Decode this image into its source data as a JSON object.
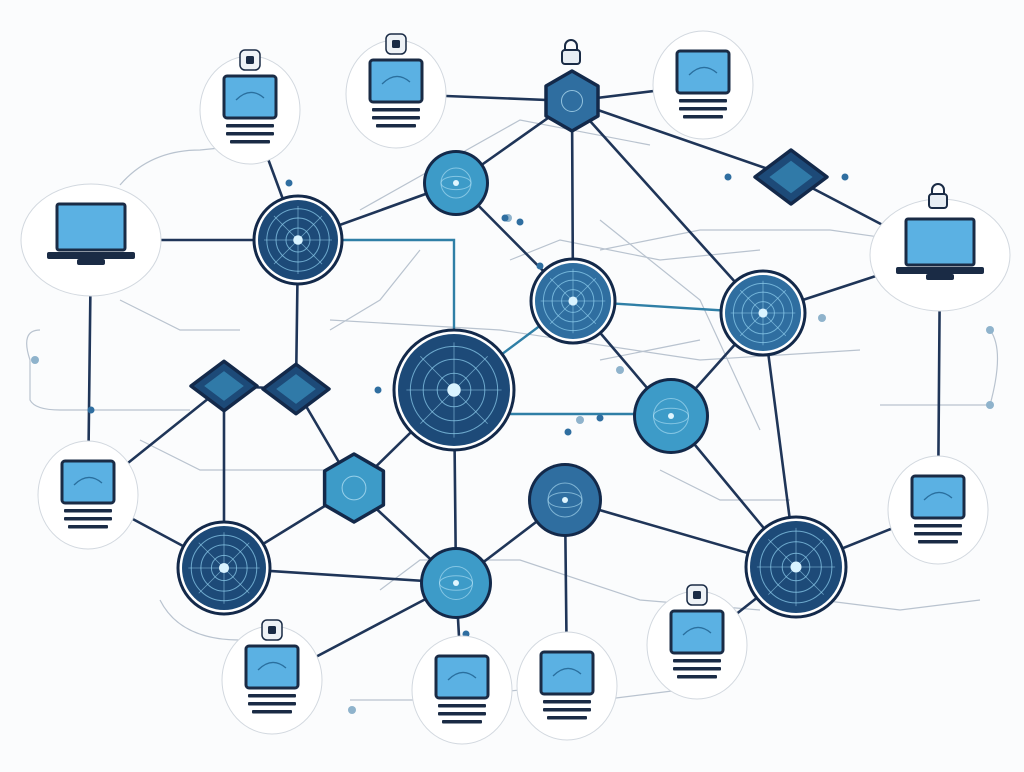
{
  "diagram": {
    "kind": "network-topology",
    "colors": {
      "background": "#fbfcfd",
      "link": "#1f3558",
      "link_light": "#b9c3cf",
      "link_teal": "#2f7fa6",
      "node_dark": "#1d4a78",
      "node_mid": "#2f6ea0",
      "node_light": "#3d9bc8",
      "node_outline": "#13294a",
      "screen": "#5bb1e3",
      "card": "#ffffff",
      "card_border": "#d2d8df",
      "stripe": "#1a2b45"
    },
    "nodes": [
      {
        "id": "hub-center",
        "type": "hub",
        "icon": "target-hub-icon",
        "shade": "dark"
      },
      {
        "id": "hub-upper-left",
        "type": "hub",
        "icon": "target-hub-icon",
        "shade": "dark"
      },
      {
        "id": "hub-right",
        "type": "hub",
        "icon": "target-hub-icon",
        "shade": "mid"
      },
      {
        "id": "hub-mid",
        "type": "hub",
        "icon": "target-hub-icon",
        "shade": "mid"
      },
      {
        "id": "hub-lower-left",
        "type": "hub",
        "icon": "target-hub-icon",
        "shade": "dark"
      },
      {
        "id": "hub-lower-right",
        "type": "hub",
        "icon": "target-hub-icon",
        "shade": "dark"
      },
      {
        "id": "node-top",
        "type": "circle",
        "icon": "globe-node-icon",
        "shade": "light"
      },
      {
        "id": "node-right-mid",
        "type": "circle",
        "icon": "globe-node-icon",
        "shade": "light"
      },
      {
        "id": "node-center-low",
        "type": "circle",
        "icon": "globe-node-icon",
        "shade": "mid"
      },
      {
        "id": "node-bottom",
        "type": "circle",
        "icon": "globe-node-icon",
        "shade": "light"
      },
      {
        "id": "hex-top",
        "type": "hexagon",
        "icon": "hexagon-router-icon",
        "shade": "mid"
      },
      {
        "id": "hex-left",
        "type": "hexagon",
        "icon": "hexagon-router-icon",
        "shade": "light"
      },
      {
        "id": "diamond-left-1",
        "type": "diamond",
        "icon": "diamond-switch-icon",
        "shade": "dark"
      },
      {
        "id": "diamond-left-2",
        "type": "diamond",
        "icon": "diamond-switch-icon",
        "shade": "dark"
      },
      {
        "id": "diamond-top-right",
        "type": "diamond",
        "icon": "diamond-switch-icon",
        "shade": "dark"
      },
      {
        "id": "laptop-left",
        "type": "laptop",
        "icon": "laptop-icon"
      },
      {
        "id": "laptop-right",
        "type": "laptop",
        "icon": "laptop-icon"
      },
      {
        "id": "monitor-top-1",
        "type": "monitor-card",
        "icon": "monitor-icon",
        "lock": true
      },
      {
        "id": "monitor-top-2",
        "type": "monitor-card",
        "icon": "monitor-icon",
        "lock": true
      },
      {
        "id": "monitor-top-right",
        "type": "monitor-card",
        "icon": "monitor-icon",
        "lock": false
      },
      {
        "id": "monitor-left",
        "type": "monitor-card",
        "icon": "monitor-icon",
        "lock": false
      },
      {
        "id": "monitor-right",
        "type": "monitor-card",
        "icon": "monitor-icon",
        "lock": false
      },
      {
        "id": "monitor-bottom-1",
        "type": "monitor-card",
        "icon": "monitor-icon",
        "lock": true
      },
      {
        "id": "monitor-bottom-2",
        "type": "monitor-card",
        "icon": "monitor-icon",
        "lock": false
      },
      {
        "id": "monitor-bottom-3",
        "type": "monitor-card",
        "icon": "monitor-icon",
        "lock": false
      },
      {
        "id": "monitor-bottom-right",
        "type": "monitor-card",
        "icon": "monitor-icon",
        "lock": true
      },
      {
        "id": "lock-top",
        "type": "lock",
        "icon": "padlock-icon"
      },
      {
        "id": "lock-right",
        "type": "lock",
        "icon": "padlock-icon"
      }
    ],
    "links": [
      [
        "hub-center",
        "hub-upper-left"
      ],
      [
        "hub-center",
        "hub-mid"
      ],
      [
        "hub-center",
        "hex-left"
      ],
      [
        "hub-center",
        "node-right-mid"
      ],
      [
        "hub-center",
        "node-bottom"
      ],
      [
        "hub-upper-left",
        "node-top"
      ],
      [
        "hub-upper-left",
        "laptop-left"
      ],
      [
        "hub-upper-left",
        "monitor-top-1"
      ],
      [
        "hub-upper-left",
        "diamond-left-2"
      ],
      [
        "node-top",
        "hex-top"
      ],
      [
        "node-top",
        "hub-mid"
      ],
      [
        "hex-top",
        "monitor-top-2"
      ],
      [
        "hex-top",
        "monitor-top-right"
      ],
      [
        "hex-top",
        "diamond-top-right"
      ],
      [
        "hex-top",
        "hub-right"
      ],
      [
        "hex-top",
        "hub-mid"
      ],
      [
        "diamond-top-right",
        "laptop-right"
      ],
      [
        "hub-right",
        "laptop-right"
      ],
      [
        "hub-right",
        "node-right-mid"
      ],
      [
        "hub-right",
        "hub-lower-right"
      ],
      [
        "hub-mid",
        "hub-right"
      ],
      [
        "hub-mid",
        "node-right-mid"
      ],
      [
        "node-right-mid",
        "hub-lower-right"
      ],
      [
        "node-center-low",
        "hub-lower-right"
      ],
      [
        "node-center-low",
        "node-bottom"
      ],
      [
        "node-center-low",
        "monitor-bottom-3"
      ],
      [
        "hex-left",
        "hub-lower-left"
      ],
      [
        "hex-left",
        "node-bottom"
      ],
      [
        "hex-left",
        "diamond-left-2"
      ],
      [
        "diamond-left-1",
        "diamond-left-2"
      ],
      [
        "diamond-left-1",
        "monitor-left"
      ],
      [
        "diamond-left-1",
        "hub-lower-left"
      ],
      [
        "hub-lower-left",
        "node-bottom"
      ],
      [
        "hub-lower-left",
        "monitor-left"
      ],
      [
        "node-bottom",
        "monitor-bottom-2"
      ],
      [
        "node-bottom",
        "monitor-bottom-1"
      ],
      [
        "hub-lower-right",
        "monitor-bottom-right"
      ],
      [
        "hub-lower-right",
        "monitor-right"
      ],
      [
        "laptop-left",
        "monitor-left"
      ],
      [
        "laptop-right",
        "monitor-right"
      ]
    ]
  }
}
